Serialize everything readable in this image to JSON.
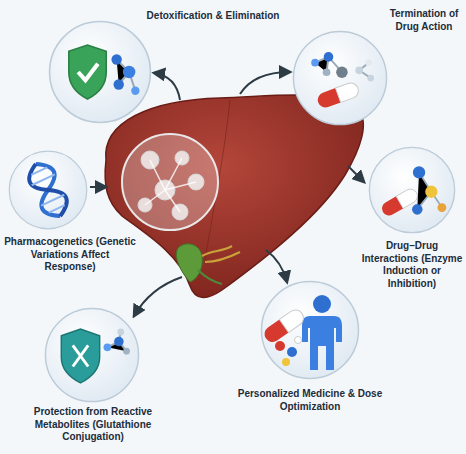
{
  "diagram": {
    "nodes": [
      {
        "text": [
          "Detoxification & Elimination"
        ]
      },
      {
        "text": [
          "Termination of Drug Action"
        ]
      },
      {
        "text": [
          "Pharmacogenetics (Genetic Variations Affect Response)"
        ]
      },
      {
        "text": [
          "Drug–Drug Interactions (Enzyme Induction or Inhibition)"
        ]
      },
      {
        "text": [
          "Protection from Reactive Metabolites (Glutathione Conjugation)"
        ]
      },
      {
        "text": [
          "Personalized Medicine & Dose Optimization"
        ]
      }
    ]
  }
}
